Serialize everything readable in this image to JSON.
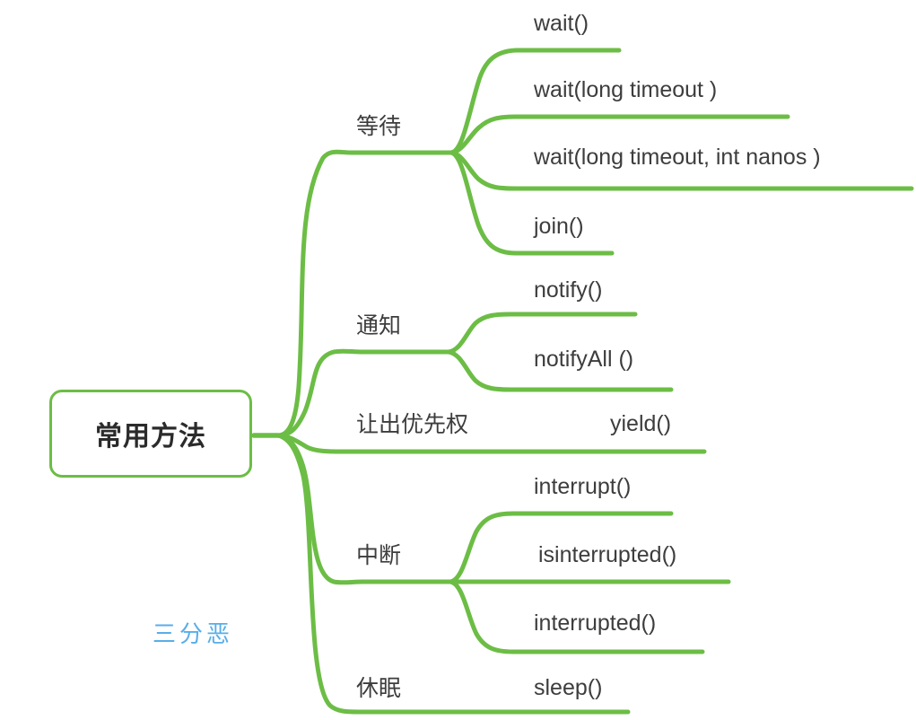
{
  "diagram": {
    "type": "mindmap",
    "title": "常用方法",
    "orientation": "left-to-right",
    "accent_color": "#6cbd45",
    "text_color": "#3d3d3d",
    "background": "#ffffff",
    "watermark": "三分恶",
    "watermark_color": "#4aa8e8",
    "root": {
      "label": "常用方法"
    },
    "branches": [
      {
        "label": "等待",
        "children": [
          {
            "label": "wait()"
          },
          {
            "label": "wait(long timeout )"
          },
          {
            "label": "wait(long timeout, int nanos )"
          },
          {
            "label": "join()"
          }
        ]
      },
      {
        "label": "通知",
        "children": [
          {
            "label": "notify()"
          },
          {
            "label": "notifyAll ()"
          }
        ]
      },
      {
        "label": "让出优先权",
        "children": [
          {
            "label": "yield()"
          }
        ]
      },
      {
        "label": "中断",
        "children": [
          {
            "label": "interrupt()"
          },
          {
            "label": "isinterrupted()"
          },
          {
            "label": "interrupted()"
          }
        ]
      },
      {
        "label": "休眠",
        "children": [
          {
            "label": "sleep()"
          }
        ]
      }
    ]
  }
}
